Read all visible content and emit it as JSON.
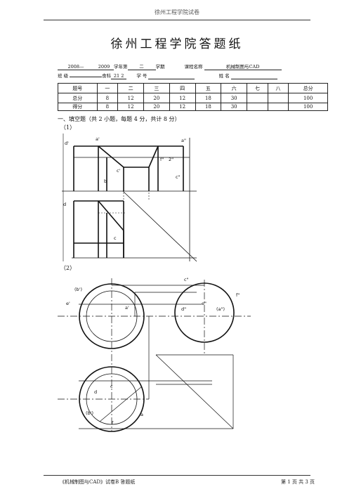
{
  "header": {
    "school_header": "徐州工程学院试卷"
  },
  "title": "徐州工程学院答题纸",
  "info_row1": {
    "year_start": "2008—",
    "year_end": "2009",
    "academic_year_label": "学年第",
    "term": "二",
    "term_label": "学期",
    "course_label": "课程名称",
    "course_name": "机械制图与CAD"
  },
  "info_row2": {
    "class_label": "班 级",
    "class_value": "",
    "class_suffix": "食科",
    "class_code": "21 2",
    "id_label": "学 号",
    "name_label": "姓 名"
  },
  "score_table": {
    "headers": [
      "题号",
      "一",
      "二",
      "三",
      "四",
      "五",
      "六",
      "七",
      "八",
      "总分"
    ],
    "total_row": [
      "总分",
      "8",
      "12",
      "20",
      "12",
      "18",
      "30",
      "",
      "",
      "100"
    ],
    "got_row": [
      "得分",
      "8",
      "12",
      "20",
      "12",
      "18",
      "30",
      "",
      "",
      "100"
    ]
  },
  "section1": {
    "heading": "一、填空题（共 2 小题，每题 4 分，共计 8 分）",
    "q1_label": "（1）",
    "q2_label": "（2）"
  },
  "figure1_labels": {
    "d_prime": "d'",
    "a_prime": "a'",
    "a_dprime": "a\"",
    "c_prime": "c'",
    "f_dprime": "f\"",
    "two_dprime": "2\"",
    "c_dprime": "c\"",
    "b": "b",
    "d": "d",
    "c": "c"
  },
  "figure2_labels": {
    "b_prime_paren": "(b')",
    "e_prime": "e'",
    "a_prime": "a'",
    "c_dprime": "c\"",
    "f_dprime": "f\"",
    "e_dprime": "e\"",
    "d_dprime": "d\"",
    "a_dprime_paren": "(a\")",
    "c": "c",
    "d": "d",
    "b_paren": "(b')",
    "f": "f",
    "a": "a"
  },
  "footer": {
    "left": "《机械制图与CAD》试卷B 答题纸",
    "right": "第 1 页 共 3 页"
  }
}
